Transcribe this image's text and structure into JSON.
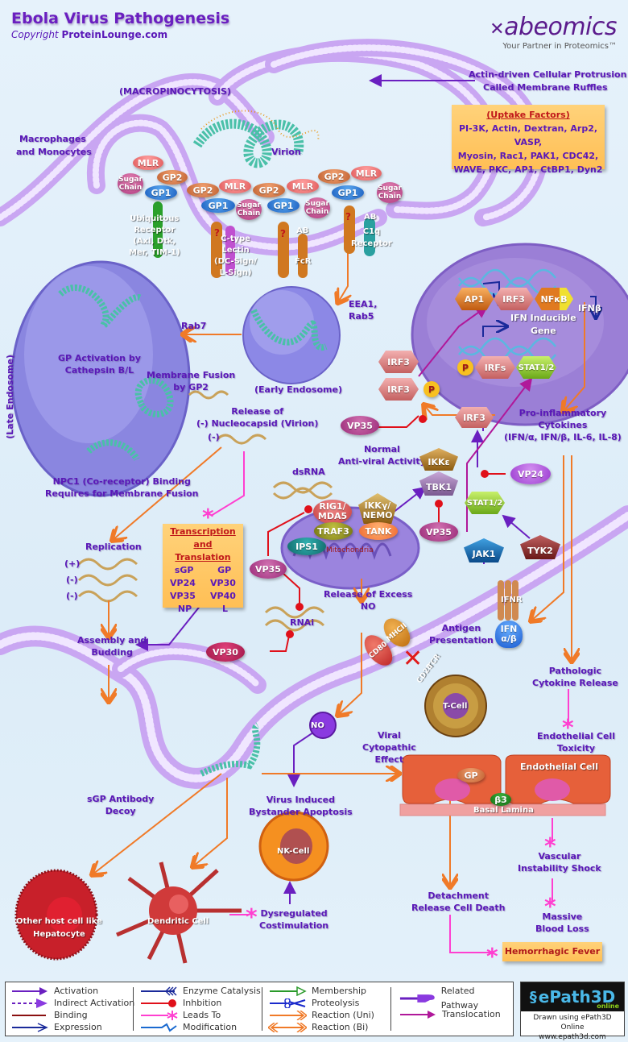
{
  "header": {
    "title": "Ebola Virus Pathogenesis",
    "copyright_prefix": "Copyright",
    "copyright_site": "ProteinLounge.com",
    "logo": "abeomics",
    "logo_tagline": "Your Partner in Proteomics™"
  },
  "labels": {
    "macropinocytosis": "(MACROPINOCYTOSIS)",
    "membrane_ruffles_1": "Actin-driven Cellular Protrusion",
    "membrane_ruffles_2": "Called Membrane Ruffles",
    "macrophages_1": "Macrophages",
    "macrophages_2": "and Monocytes",
    "virion": "Virion",
    "late_endosome": "(Late Endosome)",
    "early_endosome": "(Early Endosome)",
    "rab7": "Rab7",
    "eea1_1": "EEA1,",
    "eea1_2": "Rab5",
    "gp_activation_1": "GP Activation by",
    "gp_activation_2": "Cathepsin B/L",
    "membrane_fusion_1": "Membrane Fusion",
    "membrane_fusion_2": "by GP2",
    "npc1_1": "NPC1 (Co-receptor) Binding",
    "npc1_2": "Requires for Membrane Fusion",
    "release_1": "Release of",
    "release_2": "(-) Nucleocapsid (Virion)",
    "minus": "(-)",
    "plus": "(+)",
    "replication": "Replication",
    "assembly_1": "Assembly and",
    "assembly_2": "Budding",
    "dsrna": "dsRNA",
    "rnai": "RNAi",
    "mitochondria": "Mitochondria",
    "release_no_1": "Release of Excess",
    "release_no_2": "NO",
    "normal_1": "Normal",
    "normal_2": "Anti-viral Activity",
    "ifn_inducible_1": "IFN Inducible",
    "ifn_inducible_2": "Gene",
    "ifnb": "IFNβ",
    "pro_inflam_1": "Pro-inflammatory",
    "pro_inflam_2": "Cytokines",
    "pro_inflam_3": "(IFN/α, IFN/β, IL-6, IL-8)",
    "antigen_1": "Antigen",
    "antigen_2": "Presentation",
    "pathologic_1": "Pathologic",
    "pathologic_2": "Cytokine Release",
    "endo_tox_1": "Endothelial Cell",
    "endo_tox_2": "Toxicity",
    "viral_cyto_1": "Viral",
    "viral_cyto_2": "Cytopathic",
    "viral_cyto_3": "Effect",
    "sgp_1": "sGP Antibody",
    "sgp_2": "Decoy",
    "bystander_1": "Virus Induced",
    "bystander_2": "Bystander Apoptosis",
    "dysreg_1": "Dysregulated",
    "dysreg_2": "Costimulation",
    "detach_1": "Detachment",
    "detach_2": "Release Cell Death",
    "vascular_1": "Vascular",
    "vascular_2": "Instability Shock",
    "blood_1": "Massive",
    "blood_2": "Blood Loss"
  },
  "uptake_box": {
    "title": "(Uptake Factors)",
    "lines": [
      "PI-3K, Actin, Dextran, Arp2, VASP,",
      "Myosin, Rac1, PAK1, CDC42,",
      "WAVE, PKC, AP1, CtBP1, Dyn2"
    ]
  },
  "transcription_box": {
    "title_1": "Transcription and",
    "title_2": "Translation",
    "items": [
      [
        "sGP",
        "GP"
      ],
      [
        "VP24",
        "VP30"
      ],
      [
        "VP35",
        "VP40"
      ],
      [
        "NP",
        "L"
      ]
    ]
  },
  "hemorrhagic_box": "Hemorrhagic Fever",
  "receptors": {
    "ubiquitous": [
      "Ubiquitous",
      "Receptor",
      "(Axl, Dtk,",
      "Mer, TIM-1)"
    ],
    "ctype": [
      "C-type",
      "Lectin",
      "(DC-Sign/",
      "L-Sign)"
    ],
    "fcr": "FcR",
    "c1q": [
      "C1q",
      "Receptor"
    ],
    "ab": "AB",
    "unknown": "?"
  },
  "nodes": {
    "gp1": "GP1",
    "gp2": "GP2",
    "mlr": "MLR",
    "sugar_1": "Sugar",
    "sugar_2": "Chain",
    "ap1": "AP1",
    "irf3": "IRF3",
    "nfkb": "NFκB",
    "irfs": "IRFs",
    "stat12": "STAT1/2",
    "p": "P",
    "vp35": "VP35",
    "vp24": "VP24",
    "vp30": "VP30",
    "ikke": "IKKε",
    "tbk1": "TBK1",
    "ikkg_1": "IKKγ/",
    "ikkg_2": "NEMO",
    "rig1_1": "RIG1/",
    "rig1_2": "MDA5",
    "traf3": "TRAF3",
    "tank": "TANK",
    "ips1": "IPS1",
    "jak1": "JAK1",
    "tyk2": "TYK2",
    "ifnr": "IFNR",
    "ifn_1": "IFN",
    "ifn_2": "α/β",
    "mhcii": "MHCII",
    "cd80": "CD80",
    "cd28": "CD28",
    "tcr": "TCR",
    "tcell": "T-Cell",
    "no": "NO",
    "nkcell": "NK-Cell",
    "gp": "GP",
    "b3": "β3",
    "endothelial": "Endothelial Cell",
    "basal": "Basal Lamina",
    "hepatocyte_1": "Other host cell like",
    "hepatocyte_2": "Hepatocyte",
    "dendritic": "Dendritic Cell"
  },
  "legend": {
    "col1": [
      "Activation",
      "Indirect Activation",
      "Binding",
      "Expression"
    ],
    "col2": [
      "Enzyme Catalysis",
      "Inhbition",
      "Leads To",
      "Modification"
    ],
    "col3": [
      "Membership",
      "Proteolysis",
      "Reaction (Uni)",
      "Reaction (Bi)"
    ],
    "col4": [
      "Related Pathway",
      "Translocation"
    ]
  },
  "epath": {
    "brand": "ePath3D",
    "sub": "online",
    "line1": "Drawn using ePath3D Online",
    "line2": "www.epath3d.com"
  },
  "colors": {
    "label": "#5a18b8",
    "activation": "#6a1fc0",
    "inhibition": "#e0101a",
    "reaction": "#f07a28",
    "leads_to": "#ff3fd0",
    "binding": "#8a1010",
    "expression": "#1a2a9a"
  }
}
